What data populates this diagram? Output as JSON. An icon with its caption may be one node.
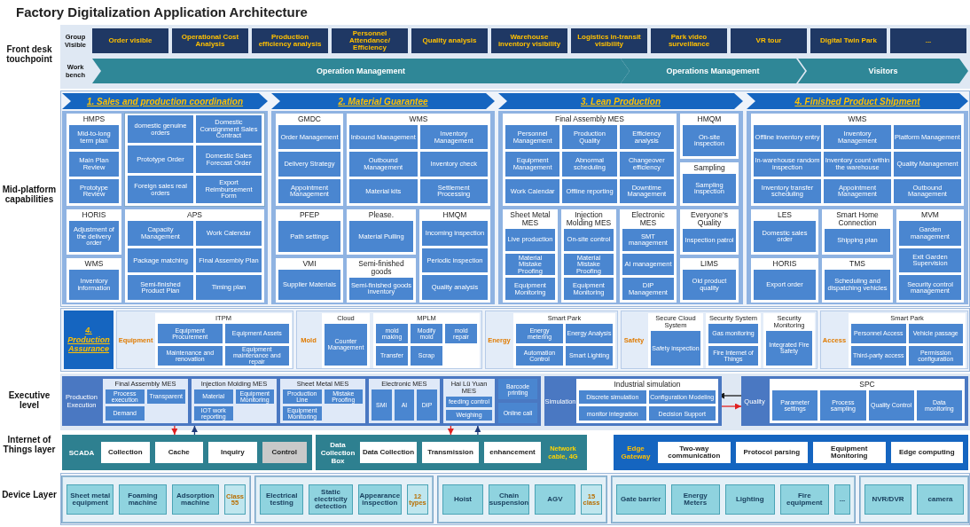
{
  "diagram": {
    "title": "Factory Digitalization Application Architecture",
    "nodes": [
      {
        "text": [
          "Order visible"
        ]
      },
      {
        "text": [
          "Operational Cost Analysis"
        ]
      },
      {
        "text": [
          "Production efficiency analysis"
        ]
      },
      {
        "text": [
          "Personnel Attendance/ Efficiency"
        ]
      },
      {
        "text": [
          "Quality analysis"
        ]
      },
      {
        "text": [
          "Warehouse inventory visibility"
        ]
      },
      {
        "text": [
          "Logistics in-transit visibility"
        ]
      },
      {
        "text": [
          "Park video surveillance"
        ]
      },
      {
        "text": [
          "VR tour"
        ]
      },
      {
        "text": [
          "Digital Twin Park"
        ]
      },
      {
        "text": [
          "..."
        ]
      },
      {
        "text": [
          "Operation Management"
        ]
      },
      {
        "text": [
          "Operations Management"
        ]
      },
      {
        "text": [
          "Visitors"
        ]
      },
      {
        "text": [
          "1. Sales and production coordination"
        ]
      },
      {
        "text": [
          "HMPS"
        ],
        "in": 14
      },
      {
        "text": [
          "Mid-to-long term plan"
        ],
        "in": 15
      },
      {
        "text": [
          "Main Plan Review"
        ],
        "in": 15
      },
      {
        "text": [
          "Prototype Review"
        ],
        "in": 15
      },
      {
        "text": [],
        "shape": "box",
        "in": 14
      },
      {
        "text": [
          "domestic genuine orders"
        ],
        "in": 19
      },
      {
        "text": [
          "Domestic Consignment Sales Contract"
        ],
        "in": 19
      },
      {
        "text": [
          "Prototype Order"
        ],
        "in": 19
      },
      {
        "text": [
          "Domestic Sales Forecast Order"
        ],
        "in": 19
      },
      {
        "text": [
          "Foreign sales real orders"
        ],
        "in": 19
      },
      {
        "text": [
          "Export Reimbursement Form"
        ],
        "in": 19
      },
      {
        "text": [
          "HORIS"
        ],
        "in": 14
      },
      {
        "text": [
          "Adjustment of the delivery order"
        ],
        "in": 26
      },
      {
        "text": [
          "APS"
        ],
        "in": 14
      },
      {
        "text": [
          "Capacity Management"
        ],
        "in": 28
      },
      {
        "text": [
          "Work Calendar"
        ],
        "in": 28
      },
      {
        "text": [
          "Package matching"
        ],
        "in": 28
      },
      {
        "text": [
          "Final Assembly Plan"
        ],
        "in": 28
      },
      {
        "text": [
          "Semi-finished Product Plan"
        ],
        "in": 28
      },
      {
        "text": [
          "Timing plan"
        ],
        "in": 28
      },
      {
        "text": [
          "WMS"
        ],
        "in": 14
      },
      {
        "text": [
          "Inventory information"
        ],
        "in": 35
      },
      {
        "text": [
          "2. Material Guarantee"
        ]
      },
      {
        "text": [
          "GMDC"
        ],
        "in": 37
      },
      {
        "text": [
          "Order Management"
        ],
        "in": 38
      },
      {
        "text": [
          "Delivery Strategy"
        ],
        "in": 38
      },
      {
        "text": [
          "Appointment Management"
        ],
        "in": 38
      },
      {
        "text": [
          "WMS"
        ],
        "in": 37
      },
      {
        "text": [
          "Inbound Management"
        ],
        "in": 42
      },
      {
        "text": [
          "Inventory Management"
        ],
        "in": 42
      },
      {
        "text": [
          "Outbound Management"
        ],
        "in": 42
      },
      {
        "text": [
          "Inventory check"
        ],
        "in": 42
      },
      {
        "text": [
          "Material kits"
        ],
        "in": 42
      },
      {
        "text": [
          "Settlement Processing"
        ],
        "in": 42
      },
      {
        "text": [
          "PFEP"
        ],
        "in": 37
      },
      {
        "text": [
          "Path settings"
        ],
        "in": 49
      },
      {
        "text": [
          "Please."
        ],
        "in": 37
      },
      {
        "text": [
          "Material Pulling"
        ],
        "in": 51
      },
      {
        "text": [
          "HMQM"
        ],
        "in": 37
      },
      {
        "text": [
          "Incoming inspection"
        ],
        "in": 53
      },
      {
        "text": [
          "Periodic inspection"
        ],
        "in": 53
      },
      {
        "text": [
          "Quality analysis"
        ],
        "in": 53
      },
      {
        "text": [
          "VMI"
        ],
        "in": 37
      },
      {
        "text": [
          "Supplier Materials"
        ],
        "in": 57
      },
      {
        "text": [
          "Semi-finished goods"
        ],
        "in": 37
      },
      {
        "text": [
          "Semi-finished goods inventory"
        ],
        "in": 59
      },
      {
        "text": [
          "3. Lean Production"
        ]
      },
      {
        "text": [
          "Final Assembly MES"
        ],
        "in": 61
      },
      {
        "text": [
          "Personnel Management"
        ],
        "in": 62
      },
      {
        "text": [
          "Production Quality"
        ],
        "in": 62
      },
      {
        "text": [
          "Efficiency analysis"
        ],
        "in": 62
      },
      {
        "text": [
          "Equipment Management"
        ],
        "in": 62
      },
      {
        "text": [
          "Abnormal scheduling"
        ],
        "in": 62
      },
      {
        "text": [
          "Changeover efficiency"
        ],
        "in": 62
      },
      {
        "text": [
          "Work Calendar"
        ],
        "in": 62
      },
      {
        "text": [
          "Offline reporting"
        ],
        "in": 62
      },
      {
        "text": [
          "Downtime Management"
        ],
        "in": 62
      },
      {
        "text": [
          "HMQM"
        ],
        "in": 61
      },
      {
        "text": [
          "On-site inspection"
        ],
        "in": 72
      },
      {
        "text": [
          "Sampling"
        ],
        "in": 61
      },
      {
        "text": [
          "Sampling inspection"
        ],
        "in": 74
      },
      {
        "text": [
          "Sheet Metal MES"
        ],
        "in": 61
      },
      {
        "text": [
          "Live production"
        ],
        "in": 76
      },
      {
        "text": [
          "Material Mistake Proofing"
        ],
        "in": 76
      },
      {
        "text": [
          "Equipment Monitoring"
        ],
        "in": 76
      },
      {
        "text": [
          "Injection Molding MES"
        ],
        "in": 61
      },
      {
        "text": [
          "On-site control"
        ],
        "in": 80
      },
      {
        "text": [
          "Material Mistake Proofing"
        ],
        "in": 80
      },
      {
        "text": [
          "Equipment Monitoring"
        ],
        "in": 80
      },
      {
        "text": [
          "Electronic MES"
        ],
        "in": 61
      },
      {
        "text": [
          "SMT management"
        ],
        "in": 84
      },
      {
        "text": [
          "AI management"
        ],
        "in": 84
      },
      {
        "text": [
          "DIP Management"
        ],
        "in": 84
      },
      {
        "text": [
          "Everyone's Quality"
        ],
        "in": 61
      },
      {
        "text": [
          "Inspection patrol"
        ],
        "in": 88
      },
      {
        "text": [
          "LIMS"
        ],
        "in": 61
      },
      {
        "text": [
          "Old product quality"
        ],
        "in": 90
      },
      {
        "text": [
          "4. Finished Product Shipment"
        ]
      },
      {
        "text": [
          "WMS"
        ],
        "in": 92
      },
      {
        "text": [
          "Offline inventory entry"
        ],
        "in": 93
      },
      {
        "text": [
          "Inventory Management"
        ],
        "in": 93
      },
      {
        "text": [
          "Platform Management"
        ],
        "in": 93
      },
      {
        "text": [
          "In-warehouse random inspection"
        ],
        "in": 93
      },
      {
        "text": [
          "Inventory count within the warehouse"
        ],
        "in": 93
      },
      {
        "text": [
          "Quality Management"
        ],
        "in": 93
      },
      {
        "text": [
          "Inventory transfer scheduling"
        ],
        "in": 93
      },
      {
        "text": [
          "Appointment Management"
        ],
        "in": 93
      },
      {
        "text": [
          "Outbound Management"
        ],
        "in": 93
      },
      {
        "text": [
          "LES"
        ],
        "in": 92
      },
      {
        "text": [
          "Domestic sales order"
        ],
        "in": 103
      },
      {
        "text": [
          "Smart Home Connection"
        ],
        "in": 92
      },
      {
        "text": [
          "Shipping plan"
        ],
        "in": 105
      },
      {
        "text": [
          "MVM"
        ],
        "in": 92
      },
      {
        "text": [
          "Garden management"
        ],
        "in": 107
      },
      {
        "text": [
          "Exit Garden Supervision"
        ],
        "in": 107
      },
      {
        "text": [
          "Security control management"
        ],
        "in": 107
      },
      {
        "text": [
          "HORIS"
        ],
        "in": 92
      },
      {
        "text": [
          "Export order"
        ],
        "in": 111
      },
      {
        "text": [
          "TMS"
        ],
        "in": 92
      },
      {
        "text": [
          "Scheduling and dispatching vehicles"
        ],
        "in": 113
      },
      {
        "text": [
          "4. Production Assurance"
        ]
      },
      {
        "text": [
          "Equipment"
        ]
      },
      {
        "text": [
          "ITPM"
        ],
        "in": 116
      },
      {
        "text": [
          "Equipment Procurement"
        ],
        "in": 117
      },
      {
        "text": [
          "Equipment Assets"
        ],
        "in": 117
      },
      {
        "text": [
          "Maintenance and renovation"
        ],
        "in": 117
      },
      {
        "text": [
          "Equipment maintenance and repair"
        ],
        "in": 117
      },
      {
        "text": [
          "Mold"
        ]
      },
      {
        "text": [
          "Cloud"
        ],
        "in": 122
      },
      {
        "text": [
          "Counter Management"
        ],
        "in": 123
      },
      {
        "text": [
          "MPLM"
        ],
        "in": 122
      },
      {
        "text": [
          "mold making"
        ],
        "in": 125
      },
      {
        "text": [
          "Modify mold"
        ],
        "in": 125
      },
      {
        "text": [
          "mold repair"
        ],
        "in": 125
      },
      {
        "text": [
          "Transfer"
        ],
        "in": 125
      },
      {
        "text": [
          "Scrap"
        ],
        "in": 125
      },
      {
        "text": [
          "Energy"
        ]
      },
      {
        "text": [
          "Smart Park"
        ],
        "in": 131
      },
      {
        "text": [
          "Energy metering"
        ],
        "in": 132
      },
      {
        "text": [
          "Energy Analysis"
        ],
        "in": 132
      },
      {
        "text": [
          "Automation Control"
        ],
        "in": 132
      },
      {
        "text": [
          "Smart Lighting"
        ],
        "in": 132
      },
      {
        "text": [
          "Safety"
        ]
      },
      {
        "text": [
          "Secure Cloud System"
        ],
        "in": 137
      },
      {
        "text": [
          "Safety inspection"
        ],
        "in": 138
      },
      {
        "text": [
          "Security System"
        ],
        "in": 137
      },
      {
        "text": [
          "Gas monitoring"
        ],
        "in": 140
      },
      {
        "text": [
          "Fire Internet of Things"
        ],
        "in": 140
      },
      {
        "text": [
          "Security Monitoring"
        ],
        "in": 137
      },
      {
        "text": [
          "Integrated Fire Safety"
        ],
        "in": 143
      },
      {
        "text": [
          "Access"
        ]
      },
      {
        "text": [
          "Smart Park"
        ],
        "in": 145
      },
      {
        "text": [
          "Personnel Access"
        ],
        "in": 146
      },
      {
        "text": [
          "Vehicle passage"
        ],
        "in": 146
      },
      {
        "text": [
          "Third-party access"
        ],
        "in": 146
      },
      {
        "text": [
          "Permission configuration"
        ],
        "in": 146
      },
      {
        "text": [
          "Production Execution"
        ]
      },
      {
        "text": [
          "Final Assembly MES"
        ],
        "in": 151
      },
      {
        "text": [
          "Process execution"
        ],
        "in": 152
      },
      {
        "text": [
          "Transparent"
        ],
        "in": 152
      },
      {
        "text": [
          "Demand"
        ],
        "in": 152
      },
      {
        "text": [
          "Injection Molding MES"
        ],
        "in": 151
      },
      {
        "text": [
          "Material"
        ],
        "in": 156
      },
      {
        "text": [
          "Equipment Monitoring"
        ],
        "in": 156
      },
      {
        "text": [
          "IOT work reporting"
        ],
        "in": 156
      },
      {
        "text": [
          "Sheet Metal MES"
        ],
        "in": 151
      },
      {
        "text": [
          "Production Line"
        ],
        "in": 160
      },
      {
        "text": [
          "Mistake Proofing"
        ],
        "in": 160
      },
      {
        "text": [
          "Equipment Monitoring"
        ],
        "in": 160
      },
      {
        "text": [
          "Electronic MES"
        ],
        "in": 151
      },
      {
        "text": [
          "SMI"
        ],
        "in": 164
      },
      {
        "text": [
          "AI"
        ],
        "in": 164
      },
      {
        "text": [
          "DIP"
        ],
        "in": 164
      },
      {
        "text": [
          "Hai Lü Yuan MES"
        ],
        "in": 151
      },
      {
        "text": [
          "feeding control"
        ],
        "in": 168
      },
      {
        "text": [
          "Weighing"
        ],
        "in": 168
      },
      {
        "text": [
          "Barcode printing"
        ],
        "in": 151
      },
      {
        "text": [
          "Online call"
        ],
        "in": 151
      },
      {
        "text": [
          "Simulation"
        ]
      },
      {
        "text": [
          "Industrial simulation"
        ],
        "in": 173
      },
      {
        "text": [
          "Discrete simulation"
        ],
        "in": 174
      },
      {
        "text": [
          "Configuration Modeling"
        ],
        "in": 174
      },
      {
        "text": [
          "monitor integration"
        ],
        "in": 174
      },
      {
        "text": [
          "Decision Support"
        ],
        "in": 174
      },
      {
        "text": [
          "Quality"
        ]
      },
      {
        "text": [
          "SPC"
        ],
        "in": 179
      },
      {
        "text": [
          "Parameter settings"
        ],
        "in": 180
      },
      {
        "text": [
          "Process sampling"
        ],
        "in": 180
      },
      {
        "text": [
          "Quality Control"
        ],
        "in": 180
      },
      {
        "text": [
          "Data monitoring"
        ],
        "in": 180
      },
      {
        "text": [
          "SCADA"
        ]
      },
      {
        "text": [
          "Collection"
        ],
        "in": 185
      },
      {
        "text": [
          "Cache"
        ],
        "in": 185
      },
      {
        "text": [
          "Inquiry"
        ],
        "in": 185
      },
      {
        "text": [
          "Control"
        ],
        "in": 185
      },
      {
        "text": [
          "Data Collection Box",
          "Network cable, 4G"
        ]
      },
      {
        "text": [
          "Data Collection"
        ],
        "in": 190
      },
      {
        "text": [
          "Transmission"
        ],
        "in": 190
      },
      {
        "text": [
          "enhancement"
        ],
        "in": 190
      },
      {
        "text": [
          "Edge Gateway"
        ]
      },
      {
        "text": [
          "Two-way communication"
        ],
        "in": 194
      },
      {
        "text": [
          "Protocol parsing"
        ],
        "in": 194
      },
      {
        "text": [
          "Equipment Monitoring"
        ],
        "in": 194
      },
      {
        "text": [
          "Edge computing"
        ],
        "in": 194
      },
      {
        "text": [],
        "shape": "box"
      },
      {
        "text": [
          "Sheet metal equipment"
        ],
        "in": 199
      },
      {
        "text": [
          "Foaming machine"
        ],
        "in": 199
      },
      {
        "text": [
          "Adsorption machine"
        ],
        "in": 199
      },
      {
        "text": [
          "Class 55"
        ],
        "in": 199
      },
      {
        "text": [],
        "shape": "box"
      },
      {
        "text": [
          "Electrical testing"
        ],
        "in": 204
      },
      {
        "text": [
          "Static electricity detection"
        ],
        "in": 204
      },
      {
        "text": [
          "Appearance inspection"
        ],
        "in": 204
      },
      {
        "text": [
          "12 types"
        ],
        "in": 204
      },
      {
        "text": [],
        "shape": "box"
      },
      {
        "text": [
          "Hoist"
        ],
        "in": 209
      },
      {
        "text": [
          "Chain suspension"
        ],
        "in": 209
      },
      {
        "text": [
          "AGV"
        ],
        "in": 209
      },
      {
        "text": [
          "15 class"
        ],
        "in": 209
      },
      {
        "text": [],
        "shape": "box"
      },
      {
        "text": [
          "Gate barrier"
        ],
        "in": 214
      },
      {
        "text": [
          "Energy Meters"
        ],
        "in": 214
      },
      {
        "text": [
          "Lighting"
        ],
        "in": 214
      },
      {
        "text": [
          "Fire equipment"
        ],
        "in": 214
      },
      {
        "text": [
          "..."
        ],
        "in": 214
      },
      {
        "text": [],
        "shape": "box"
      },
      {
        "text": [
          "NVR/DVR"
        ],
        "in": 220
      },
      {
        "text": [
          "camera"
        ],
        "in": 220
      }
    ],
    "edges": [
      {
        "from": 179,
        "to": 174,
        "arrow": "to",
        "color": "#1a1a1a"
      },
      {
        "from": 174,
        "to": 179,
        "arrow": "to",
        "color": "#e02020"
      },
      {
        "from": 151,
        "to": 185,
        "arrow": "to",
        "color": "#e02020"
      },
      {
        "from": 185,
        "to": 151,
        "arrow": "to",
        "color": "#1f3b7a"
      },
      {
        "from": 151,
        "to": 190,
        "arrow": "to",
        "color": "#e02020"
      },
      {
        "from": 190,
        "to": 151,
        "arrow": "to",
        "color": "#1f3b7a"
      }
    ],
    "labels": [
      "Front desk touchpoint",
      "Group Visible",
      "Work bench",
      "Mid-platform capabilities",
      "Executive level",
      "Internet of Things layer",
      "Device Layer"
    ]
  }
}
